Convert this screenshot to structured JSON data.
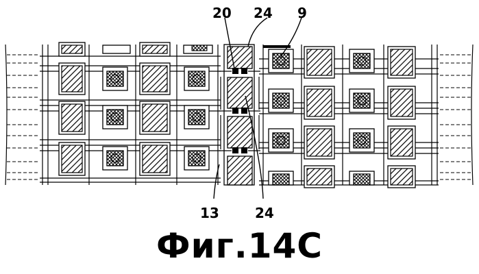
{
  "figure": {
    "caption": "Фиг.14C",
    "reference_numerals": [
      "20",
      "24",
      "9",
      "13",
      "24"
    ]
  }
}
